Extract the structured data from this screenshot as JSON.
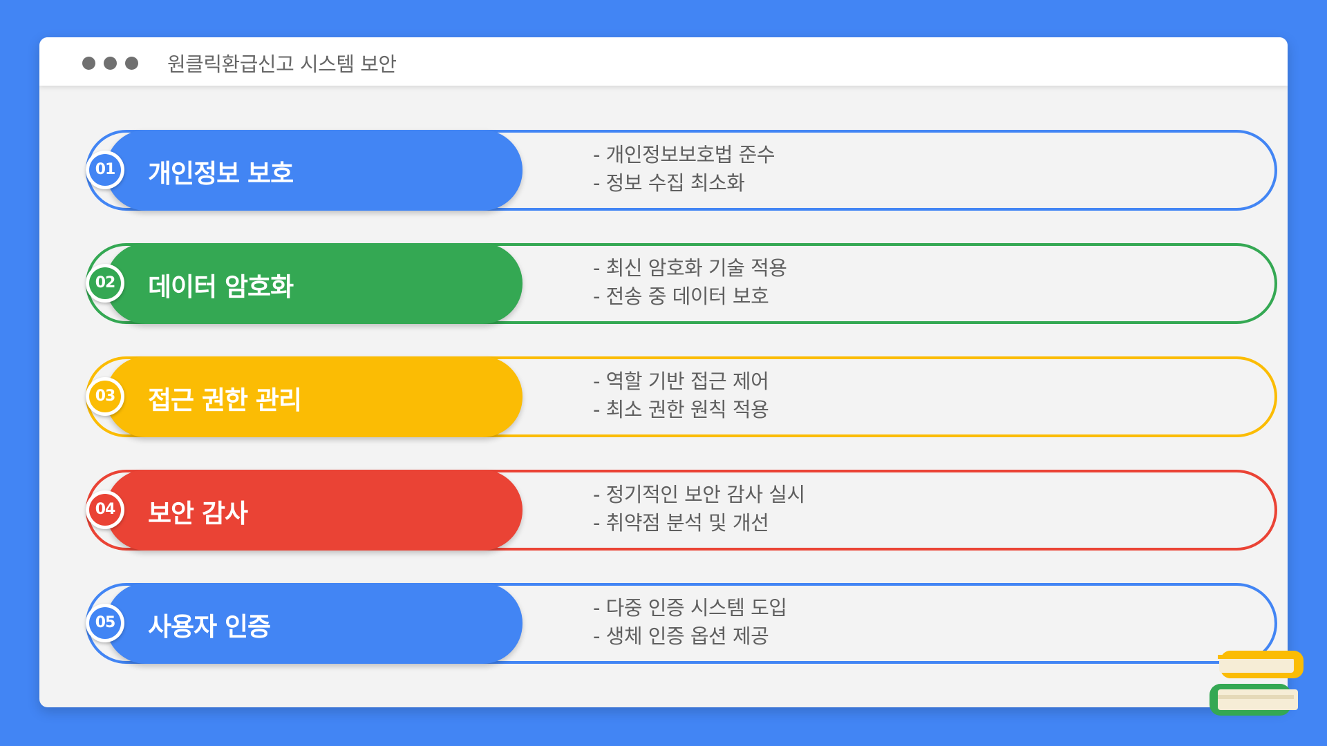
{
  "window": {
    "title": "원클릭환급신고 시스템 보안"
  },
  "colors": {
    "background": "#4285f4",
    "blue": "#4285f4",
    "green": "#34a853",
    "yellow": "#fbbc04",
    "red": "#ea4335"
  },
  "items": [
    {
      "number": "01",
      "title": "개인정보 보호",
      "points": [
        "- 개인정보보호법 준수",
        "- 정보 수집 최소화"
      ],
      "color": "#4285f4"
    },
    {
      "number": "02",
      "title": "데이터 암호화",
      "points": [
        "- 최신 암호화 기술 적용",
        "- 전송 중 데이터 보호"
      ],
      "color": "#34a853"
    },
    {
      "number": "03",
      "title": "접근 권한 관리",
      "points": [
        "- 역할 기반 접근 제어",
        "- 최소 권한 원칙 적용"
      ],
      "color": "#fbbc04"
    },
    {
      "number": "04",
      "title": "보안 감사",
      "points": [
        "- 정기적인 보안 감사 실시",
        "- 취약점 분석 및 개선"
      ],
      "color": "#ea4335"
    },
    {
      "number": "05",
      "title": "사용자 인증",
      "points": [
        "- 다중 인증 시스템 도입",
        "- 생체 인증 옵션 제공"
      ],
      "color": "#4285f4"
    }
  ],
  "decoration": {
    "icon": "stacked-books-icon"
  }
}
